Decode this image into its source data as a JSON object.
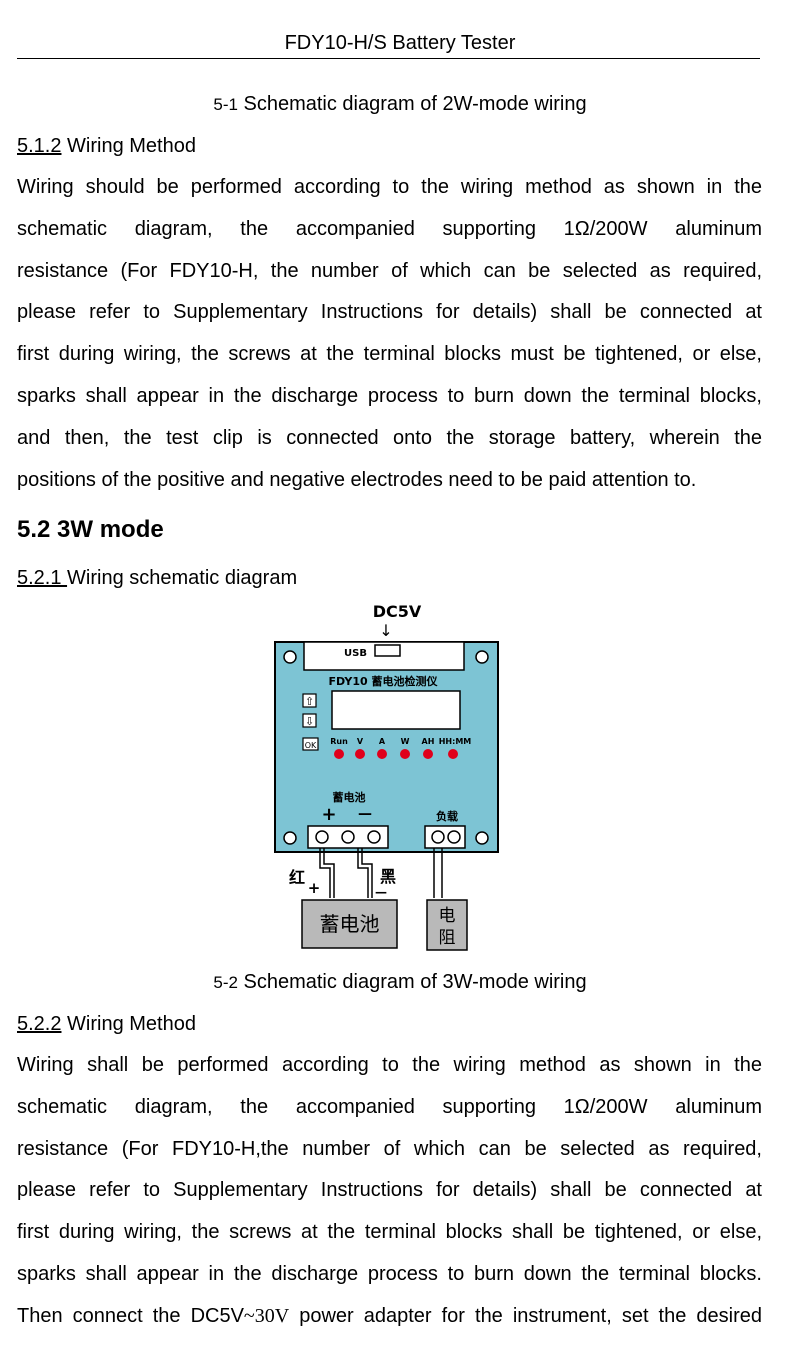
{
  "header": {
    "title": "FDY10-H/S Battery Tester"
  },
  "caption_1": {
    "num": "5-1",
    "text": " Schematic diagram of 2W-mode wiring"
  },
  "s512": {
    "num": "5.1.2",
    "title": " Wiring Method"
  },
  "para_1": [
    "Wiring should be performed according to the wiring method as shown in the",
    "schematic diagram, the accompanied supporting 1Ω/200W aluminum",
    "resistance (For FDY10-H, the number of which can be selected as required,",
    "please refer to Supplementary Instructions for details) shall be connected at",
    "first during wiring, the screws at the terminal blocks must be tightened, or else,",
    "sparks shall appear in the discharge process to burn down the terminal blocks,",
    "and then, the test clip is connected onto the storage battery, wherein the",
    "positions of the positive and negative electrodes need to be paid attention to."
  ],
  "s52": {
    "title": "5.2 3W mode"
  },
  "s521": {
    "num": "5.2.1 ",
    "title": "Wiring schematic diagram"
  },
  "diagram": {
    "power_label": "DC5V",
    "arrow": "↓",
    "usb_label": "USB",
    "device_title": "FDY10 蓄电池检测仪",
    "button_up": "⇧",
    "button_down": "⇩",
    "button_ok": "OK",
    "indicators": [
      "Run",
      "V",
      "A",
      "W",
      "AH",
      "HH:MM"
    ],
    "battery_terminal_label": "蓄电池",
    "plus": "+",
    "minus": "—",
    "load_terminal_label": "负载",
    "red_label": "红",
    "black_label": "黑",
    "plus_small": "+",
    "minus_small": "—",
    "battery_box": "蓄电池",
    "resistor_box_1": "电",
    "resistor_box_2": "阻",
    "colors": {
      "board": "#7dc4d4",
      "led": "#e0001b",
      "box": "#b9b9b9"
    }
  },
  "caption_2": {
    "num": "5-2",
    "text": " Schematic diagram of 3W-mode wiring"
  },
  "s522": {
    "num": "5.2.2",
    "title": " Wiring Method"
  },
  "para_2": [
    "Wiring shall be performed according to the wiring method as shown in the",
    "schematic diagram, the accompanied supporting 1Ω/200W aluminum",
    "resistance (For FDY10-H,the number of which can be selected as required,",
    "please refer to Supplementary Instructions for details) shall be connected at",
    "first during wiring, the screws at the terminal blocks shall be tightened, or else,",
    "sparks shall appear in the discharge process to burn down the terminal blocks."
  ],
  "para_2_last": {
    "pre": "Then connect the DC5V",
    "range": "~30V",
    "post": " power adapter for the instrument, set the desired"
  }
}
